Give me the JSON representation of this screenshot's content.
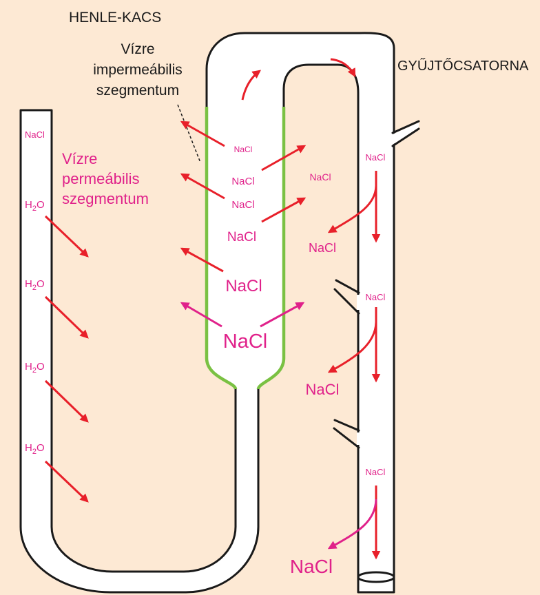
{
  "title": "HENLE-KACS",
  "labels": {
    "impermeable_line1": "Vízre",
    "impermeable_line2": "impermeábilis",
    "impermeable_line3": "szegmentum",
    "permeable_line1": "Vízre",
    "permeable_line2": "permeábilis",
    "permeable_line3": "szegmentum",
    "collecting_duct": "GYŰJTŐCSATORNA"
  },
  "solutes": {
    "nacl": "NaCl",
    "h2o_main": "H",
    "h2o_sub": "2",
    "h2o_end": "O"
  },
  "colors": {
    "background": "#fde9d4",
    "tube_fill": "#ffffff",
    "outline": "#1a1a1a",
    "impermeable_segment": "#7ac143",
    "arrow_red": "#e8202a",
    "arrow_magenta": "#e0218a",
    "text_magenta": "#e0218a",
    "text_black": "#1a1a1a"
  }
}
